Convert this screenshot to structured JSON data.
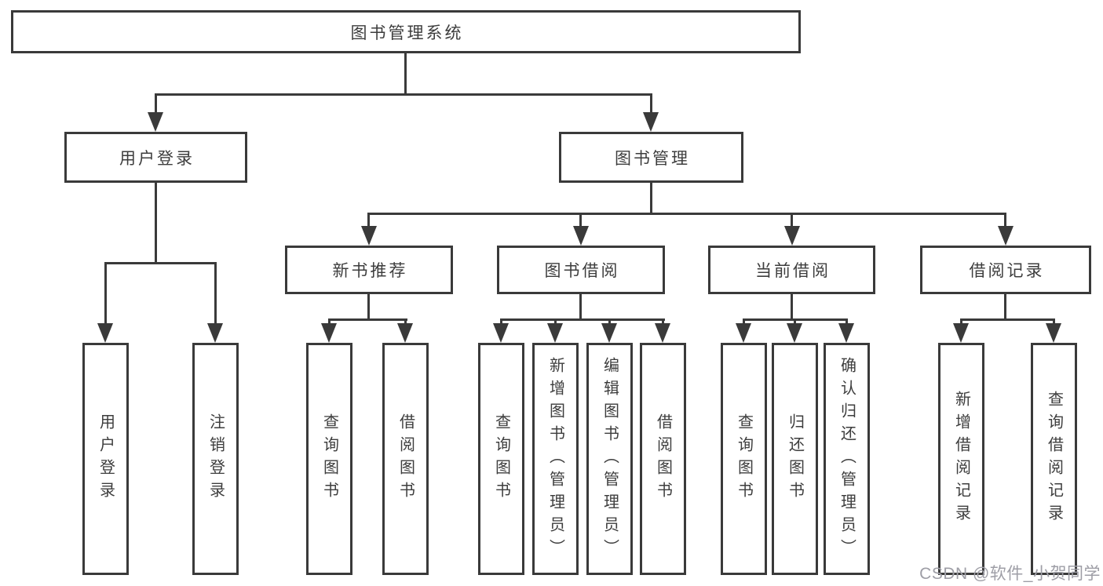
{
  "colors": {
    "line": "#3a3a3a",
    "text": "#3d3d3d",
    "watermark": "#9e9ea6",
    "background": "#ffffff"
  },
  "tree": {
    "root": {
      "label": "图书管理系统"
    },
    "branches": [
      {
        "label": "用户登录",
        "children": [
          {
            "label": "用户登录"
          },
          {
            "label": "注销登录"
          }
        ]
      },
      {
        "label": "图书管理",
        "children": [
          {
            "label": "新书推荐",
            "children": [
              {
                "label": "查询图书"
              },
              {
                "label": "借阅图书"
              }
            ]
          },
          {
            "label": "图书借阅",
            "children": [
              {
                "label": "查询图书"
              },
              {
                "label": "新增图书（管理员）"
              },
              {
                "label": "编辑图书（管理员）"
              },
              {
                "label": "借阅图书"
              }
            ]
          },
          {
            "label": "当前借阅",
            "children": [
              {
                "label": "查询图书"
              },
              {
                "label": "归还图书"
              },
              {
                "label": "确认归还（管理员）"
              }
            ]
          },
          {
            "label": "借阅记录",
            "children": [
              {
                "label": "新增借阅记录"
              },
              {
                "label": "查询借阅记录"
              }
            ]
          }
        ]
      }
    ]
  },
  "watermark": {
    "text": "CSDN @软件_小贺同学"
  }
}
